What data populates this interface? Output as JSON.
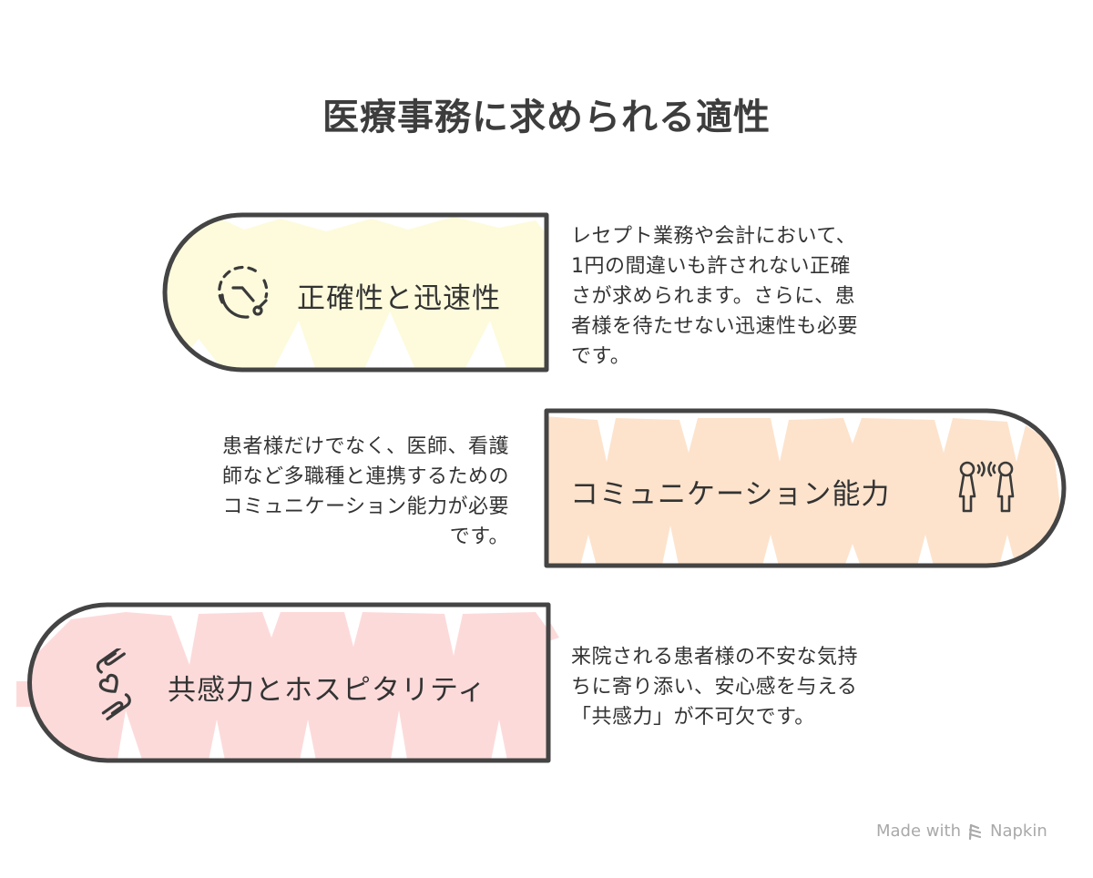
{
  "title": "医療事務に求められる適性",
  "items": [
    {
      "label": "正確性と迅速性",
      "icon": "stopwatch-icon",
      "fill_color": "#fdfbdc",
      "description": [
        "レセプト業務や会計において、",
        "1円の間違いも許されない正確",
        "さが求められます。さらに、患",
        "者様を待たせない迅速性も必要",
        "です。"
      ]
    },
    {
      "label": "コミュニケーション能力",
      "icon": "two-people-talking-icon",
      "fill_color": "#fde3cc",
      "description": [
        "患者様だけでなく、医師、看護",
        "師など多職種と連携するための",
        "コミュニケーション能力が必要",
        "です。"
      ]
    },
    {
      "label": "共感力とホスピタリティ",
      "icon": "hands-heart-icon",
      "fill_color": "#fddada",
      "description": [
        "来院される患者様の不安な気持",
        "ちに寄り添い、安心感を与える",
        "「共感力」が不可欠です。"
      ]
    }
  ],
  "outline_color": "#444444",
  "footer": {
    "made_with": "Made with",
    "brand": "Napkin"
  }
}
